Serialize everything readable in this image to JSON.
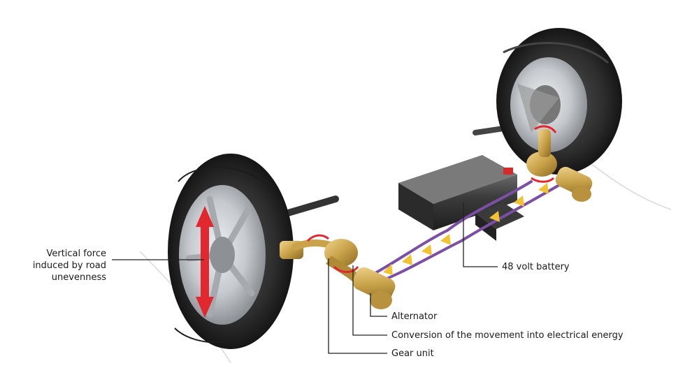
{
  "labels": {
    "vertical_force": [
      "Vertical force",
      "induced by road",
      "unevenness"
    ],
    "battery": "48 volt battery",
    "alternator": "Alternator",
    "conversion": "Conversion of the movement into electrical energy",
    "gear_unit": "Gear unit"
  },
  "colors": {
    "background": "#ffffff",
    "leader_line": "#222222",
    "tire": "#2b2b2b",
    "rim": "#c9ccd0",
    "brass": "#c9a24a",
    "cable": "#7b4fa6",
    "energy_arrow": "#f1c232",
    "force_arrow": "#e0282e",
    "battery": "#3a3a3a"
  }
}
